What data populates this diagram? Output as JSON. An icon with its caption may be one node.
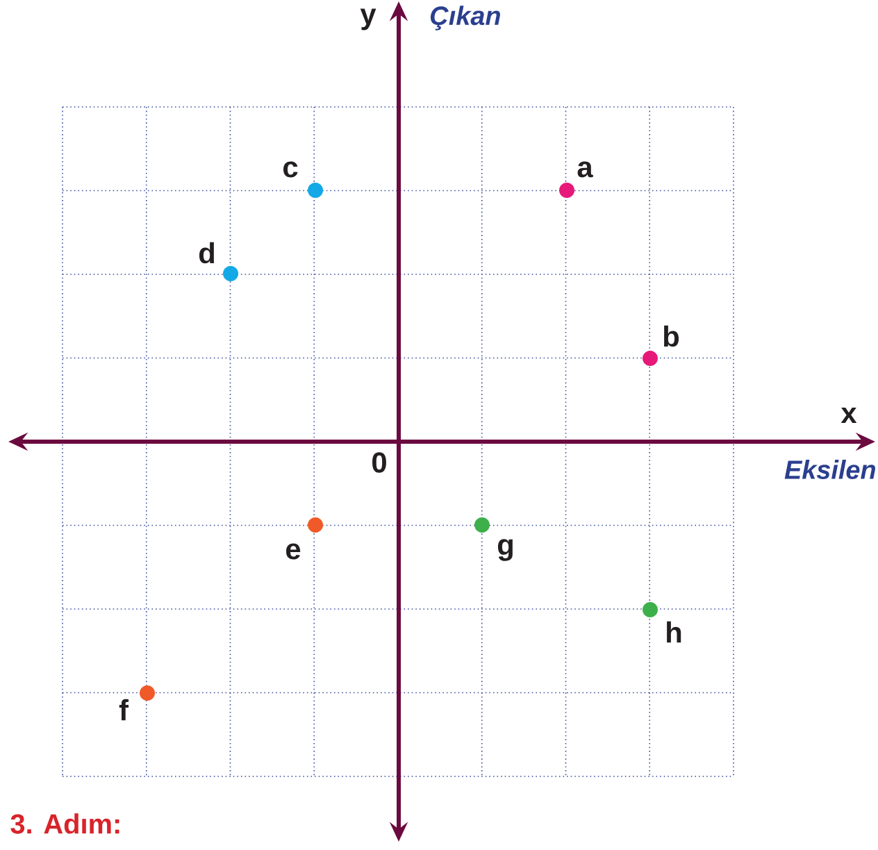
{
  "diagram": {
    "labels": [
      "y",
      "Çıkan",
      "c",
      "a",
      "d",
      "b",
      "x",
      "0",
      "Eksilen",
      "e",
      "g",
      "h",
      "f",
      "3. Adım:"
    ]
  }
}
